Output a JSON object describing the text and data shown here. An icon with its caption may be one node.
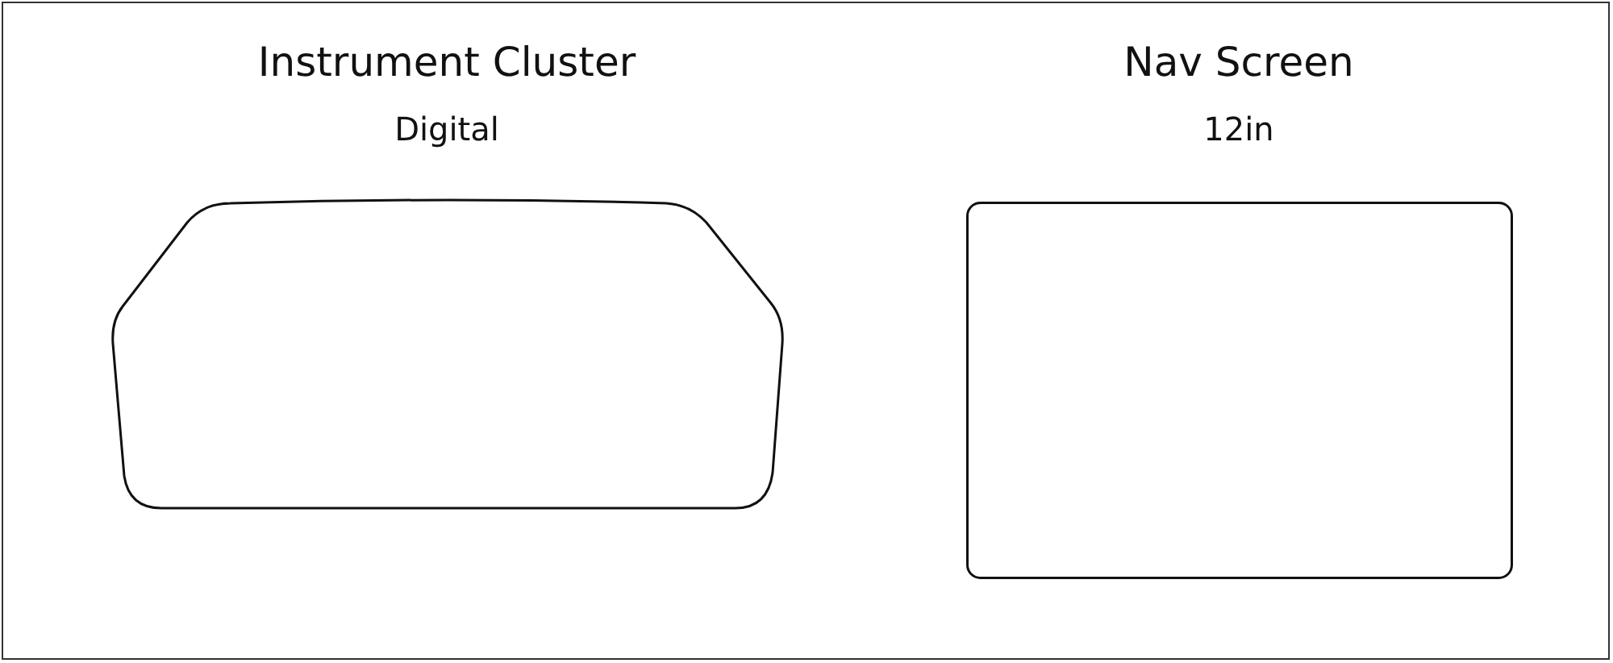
{
  "diagram": {
    "nodes": [
      {
        "text": [
          "Instrument Cluster",
          "Digital"
        ]
      },
      {
        "text": [
          "Nav Screen",
          "12in"
        ]
      }
    ]
  }
}
